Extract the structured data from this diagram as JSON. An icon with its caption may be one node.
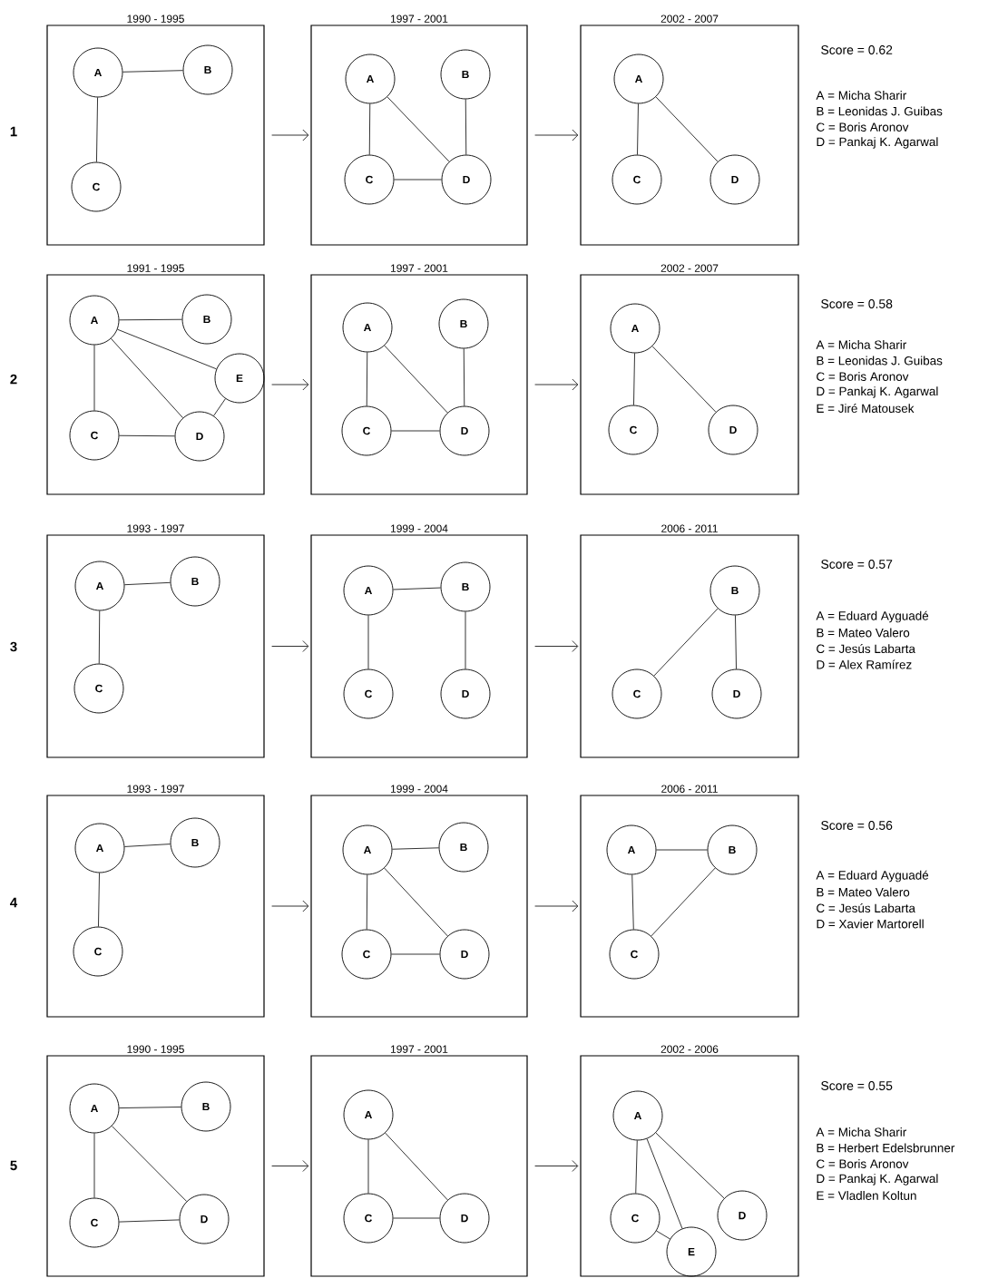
{
  "diagram": {
    "nodes": [
      {
        "text": [
          "1990 - 1995"
        ]
      },
      {
        "text": [
          "A"
        ],
        "in": 0
      },
      {
        "text": [
          "B"
        ],
        "in": 0
      },
      {
        "text": [
          "C"
        ],
        "in": 0
      },
      {
        "text": [
          "1997 - 2001"
        ]
      },
      {
        "text": [
          "A"
        ],
        "in": 4
      },
      {
        "text": [
          "B"
        ],
        "in": 4
      },
      {
        "text": [
          "C"
        ],
        "in": 4
      },
      {
        "text": [
          "D"
        ],
        "in": 4
      },
      {
        "text": [
          "2002 - 2007"
        ]
      },
      {
        "text": [
          "A"
        ],
        "in": 9
      },
      {
        "text": [
          "C"
        ],
        "in": 9
      },
      {
        "text": [
          "D"
        ],
        "in": 9
      },
      {
        "text": [
          "1991 - 1995"
        ]
      },
      {
        "text": [
          "A"
        ],
        "in": 13
      },
      {
        "text": [
          "B"
        ],
        "in": 13
      },
      {
        "text": [
          "E"
        ],
        "in": 13
      },
      {
        "text": [
          "C"
        ],
        "in": 13
      },
      {
        "text": [
          "D"
        ],
        "in": 13
      },
      {
        "text": [
          "1997 - 2001"
        ]
      },
      {
        "text": [
          "A"
        ],
        "in": 19
      },
      {
        "text": [
          "B"
        ],
        "in": 19
      },
      {
        "text": [
          "C"
        ],
        "in": 19
      },
      {
        "text": [
          "D"
        ],
        "in": 19
      },
      {
        "text": [
          "2002 - 2007"
        ]
      },
      {
        "text": [
          "A"
        ],
        "in": 24
      },
      {
        "text": [
          "C"
        ],
        "in": 24
      },
      {
        "text": [
          "D"
        ],
        "in": 24
      },
      {
        "text": [
          "1993 - 1997"
        ]
      },
      {
        "text": [
          "A"
        ],
        "in": 28
      },
      {
        "text": [
          "B"
        ],
        "in": 28
      },
      {
        "text": [
          "C"
        ],
        "in": 28
      },
      {
        "text": [
          "1999 - 2004"
        ]
      },
      {
        "text": [
          "A"
        ],
        "in": 32
      },
      {
        "text": [
          "B"
        ],
        "in": 32
      },
      {
        "text": [
          "C"
        ],
        "in": 32
      },
      {
        "text": [
          "D"
        ],
        "in": 32
      },
      {
        "text": [
          "2006 - 2011"
        ]
      },
      {
        "text": [
          "B"
        ],
        "in": 37
      },
      {
        "text": [
          "C"
        ],
        "in": 37
      },
      {
        "text": [
          "D"
        ],
        "in": 37
      },
      {
        "text": [
          "1993 - 1997"
        ]
      },
      {
        "text": [
          "A"
        ],
        "in": 41
      },
      {
        "text": [
          "B"
        ],
        "in": 41
      },
      {
        "text": [
          "C"
        ],
        "in": 41
      },
      {
        "text": [
          "1999 - 2004"
        ]
      },
      {
        "text": [
          "A"
        ],
        "in": 45
      },
      {
        "text": [
          "B"
        ],
        "in": 45
      },
      {
        "text": [
          "C"
        ],
        "in": 45
      },
      {
        "text": [
          "D"
        ],
        "in": 45
      },
      {
        "text": [
          "2006 - 2011"
        ]
      },
      {
        "text": [
          "A"
        ],
        "in": 50
      },
      {
        "text": [
          "B"
        ],
        "in": 50
      },
      {
        "text": [
          "C"
        ],
        "in": 50
      },
      {
        "text": [
          "1990 - 1995"
        ]
      },
      {
        "text": [
          "A"
        ],
        "in": 54
      },
      {
        "text": [
          "B"
        ],
        "in": 54
      },
      {
        "text": [
          "C"
        ],
        "in": 54
      },
      {
        "text": [
          "D"
        ],
        "in": 54
      },
      {
        "text": [
          "1997 - 2001"
        ]
      },
      {
        "text": [
          "A"
        ],
        "in": 59
      },
      {
        "text": [
          "C"
        ],
        "in": 59
      },
      {
        "text": [
          "D"
        ],
        "in": 59
      },
      {
        "text": [
          "2002 - 2006"
        ]
      },
      {
        "text": [
          "A"
        ],
        "in": 63
      },
      {
        "text": [
          "C"
        ],
        "in": 63
      },
      {
        "text": [
          "D"
        ],
        "in": 63
      },
      {
        "text": [
          "E"
        ],
        "in": 63
      }
    ],
    "edges": [
      {
        "from": 1,
        "to": 2,
        "arrow": "none"
      },
      {
        "from": 1,
        "to": 3,
        "arrow": "none"
      },
      {
        "from": 5,
        "to": 7,
        "arrow": "none"
      },
      {
        "from": 5,
        "to": 8,
        "arrow": "none"
      },
      {
        "from": 6,
        "to": 8,
        "arrow": "none"
      },
      {
        "from": 7,
        "to": 8,
        "arrow": "none"
      },
      {
        "from": 10,
        "to": 11,
        "arrow": "none"
      },
      {
        "from": 10,
        "to": 12,
        "arrow": "none"
      },
      {
        "from": 0,
        "to": 4,
        "arrow": "to"
      },
      {
        "from": 4,
        "to": 9,
        "arrow": "to"
      },
      {
        "from": 14,
        "to": 15,
        "arrow": "none"
      },
      {
        "from": 14,
        "to": 16,
        "arrow": "none"
      },
      {
        "from": 14,
        "to": 18,
        "arrow": "none"
      },
      {
        "from": 14,
        "to": 17,
        "arrow": "none"
      },
      {
        "from": 17,
        "to": 18,
        "arrow": "none"
      },
      {
        "from": 18,
        "to": 16,
        "arrow": "none"
      },
      {
        "from": 20,
        "to": 22,
        "arrow": "none"
      },
      {
        "from": 20,
        "to": 23,
        "arrow": "none"
      },
      {
        "from": 21,
        "to": 23,
        "arrow": "none"
      },
      {
        "from": 22,
        "to": 23,
        "arrow": "none"
      },
      {
        "from": 25,
        "to": 26,
        "arrow": "none"
      },
      {
        "from": 25,
        "to": 27,
        "arrow": "none"
      },
      {
        "from": 13,
        "to": 19,
        "arrow": "to"
      },
      {
        "from": 19,
        "to": 24,
        "arrow": "to"
      },
      {
        "from": 29,
        "to": 30,
        "arrow": "none"
      },
      {
        "from": 29,
        "to": 31,
        "arrow": "none"
      },
      {
        "from": 33,
        "to": 34,
        "arrow": "none"
      },
      {
        "from": 33,
        "to": 35,
        "arrow": "none"
      },
      {
        "from": 34,
        "to": 36,
        "arrow": "none"
      },
      {
        "from": 38,
        "to": 39,
        "arrow": "none"
      },
      {
        "from": 38,
        "to": 40,
        "arrow": "none"
      },
      {
        "from": 28,
        "to": 32,
        "arrow": "to"
      },
      {
        "from": 32,
        "to": 37,
        "arrow": "to"
      },
      {
        "from": 42,
        "to": 43,
        "arrow": "none"
      },
      {
        "from": 42,
        "to": 44,
        "arrow": "none"
      },
      {
        "from": 46,
        "to": 47,
        "arrow": "none"
      },
      {
        "from": 46,
        "to": 48,
        "arrow": "none"
      },
      {
        "from": 46,
        "to": 49,
        "arrow": "none"
      },
      {
        "from": 48,
        "to": 49,
        "arrow": "none"
      },
      {
        "from": 51,
        "to": 52,
        "arrow": "none"
      },
      {
        "from": 51,
        "to": 53,
        "arrow": "none"
      },
      {
        "from": 52,
        "to": 53,
        "arrow": "none"
      },
      {
        "from": 41,
        "to": 45,
        "arrow": "to"
      },
      {
        "from": 45,
        "to": 50,
        "arrow": "to"
      },
      {
        "from": 55,
        "to": 56,
        "arrow": "none"
      },
      {
        "from": 55,
        "to": 57,
        "arrow": "none"
      },
      {
        "from": 55,
        "to": 58,
        "arrow": "none"
      },
      {
        "from": 57,
        "to": 58,
        "arrow": "none"
      },
      {
        "from": 60,
        "to": 61,
        "arrow": "none"
      },
      {
        "from": 60,
        "to": 62,
        "arrow": "none"
      },
      {
        "from": 61,
        "to": 62,
        "arrow": "none"
      },
      {
        "from": 64,
        "to": 65,
        "arrow": "none"
      },
      {
        "from": 64,
        "to": 67,
        "arrow": "none"
      },
      {
        "from": 64,
        "to": 66,
        "arrow": "none"
      },
      {
        "from": 65,
        "to": 67,
        "arrow": "none"
      },
      {
        "from": 54,
        "to": 59,
        "arrow": "to"
      },
      {
        "from": 59,
        "to": 63,
        "arrow": "to"
      }
    ],
    "labels": [
      "1",
      "Score = 0.62",
      "A = Micha Sharir",
      "B = Leonidas J. Guibas",
      "C = Boris Aronov",
      "D = Pankaj K. Agarwal",
      "2",
      "Score = 0.58",
      "A = Micha Sharir",
      "B = Leonidas J. Guibas",
      "C = Boris Aronov",
      "D = Pankaj K. Agarwal",
      "E = Jiré Matousek",
      "3",
      "Score = 0.57",
      "A = Eduard Ayguadé",
      "B = Mateo Valero",
      "C = Jesús Labarta",
      "D = Alex Ramírez",
      "4",
      "Score = 0.56",
      "A = Eduard Ayguadé",
      "B = Mateo Valero",
      "C = Jesús Labarta",
      "D = Xavier Martorell",
      "5",
      "Score = 0.55",
      "A = Micha Sharir",
      "B = Herbert Edelsbrunner",
      "C = Boris Aronov",
      "D = Pankaj K. Agarwal",
      "E = Vladlen Koltun"
    ]
  }
}
